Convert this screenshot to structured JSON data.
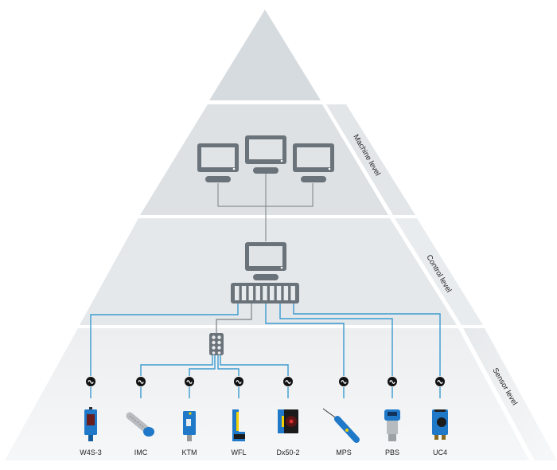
{
  "levels": [
    {
      "id": "machine",
      "label": "Machine level"
    },
    {
      "id": "control",
      "label": "Control level"
    },
    {
      "id": "sensor",
      "label": "Sensor level"
    }
  ],
  "machine_level": {
    "workstations": [
      "workstation-left",
      "workstation-center",
      "workstation-right"
    ]
  },
  "control_level": {
    "controller": "control-pc",
    "plc": "plc-module"
  },
  "sensor_level": {
    "hub": "io-junction-box",
    "sensors": [
      {
        "label": "W4S-3"
      },
      {
        "label": "IMC"
      },
      {
        "label": "KTM"
      },
      {
        "label": "WFL"
      },
      {
        "label": "Dx50-2"
      },
      {
        "label": "MPS"
      },
      {
        "label": "PBS"
      },
      {
        "label": "UC4"
      }
    ]
  },
  "colors": {
    "pyramid_top": "#d6dbdf",
    "pyramid_mid": "#e4e7ea",
    "pyramid_low": "#eef0f2",
    "band": "#eceef0",
    "device_gray": "#6b737a",
    "link_blue": "#3b9ad0",
    "link_gray": "#8a9095",
    "connector_black": "#111111",
    "sensor_blue": "#1f78c8"
  }
}
